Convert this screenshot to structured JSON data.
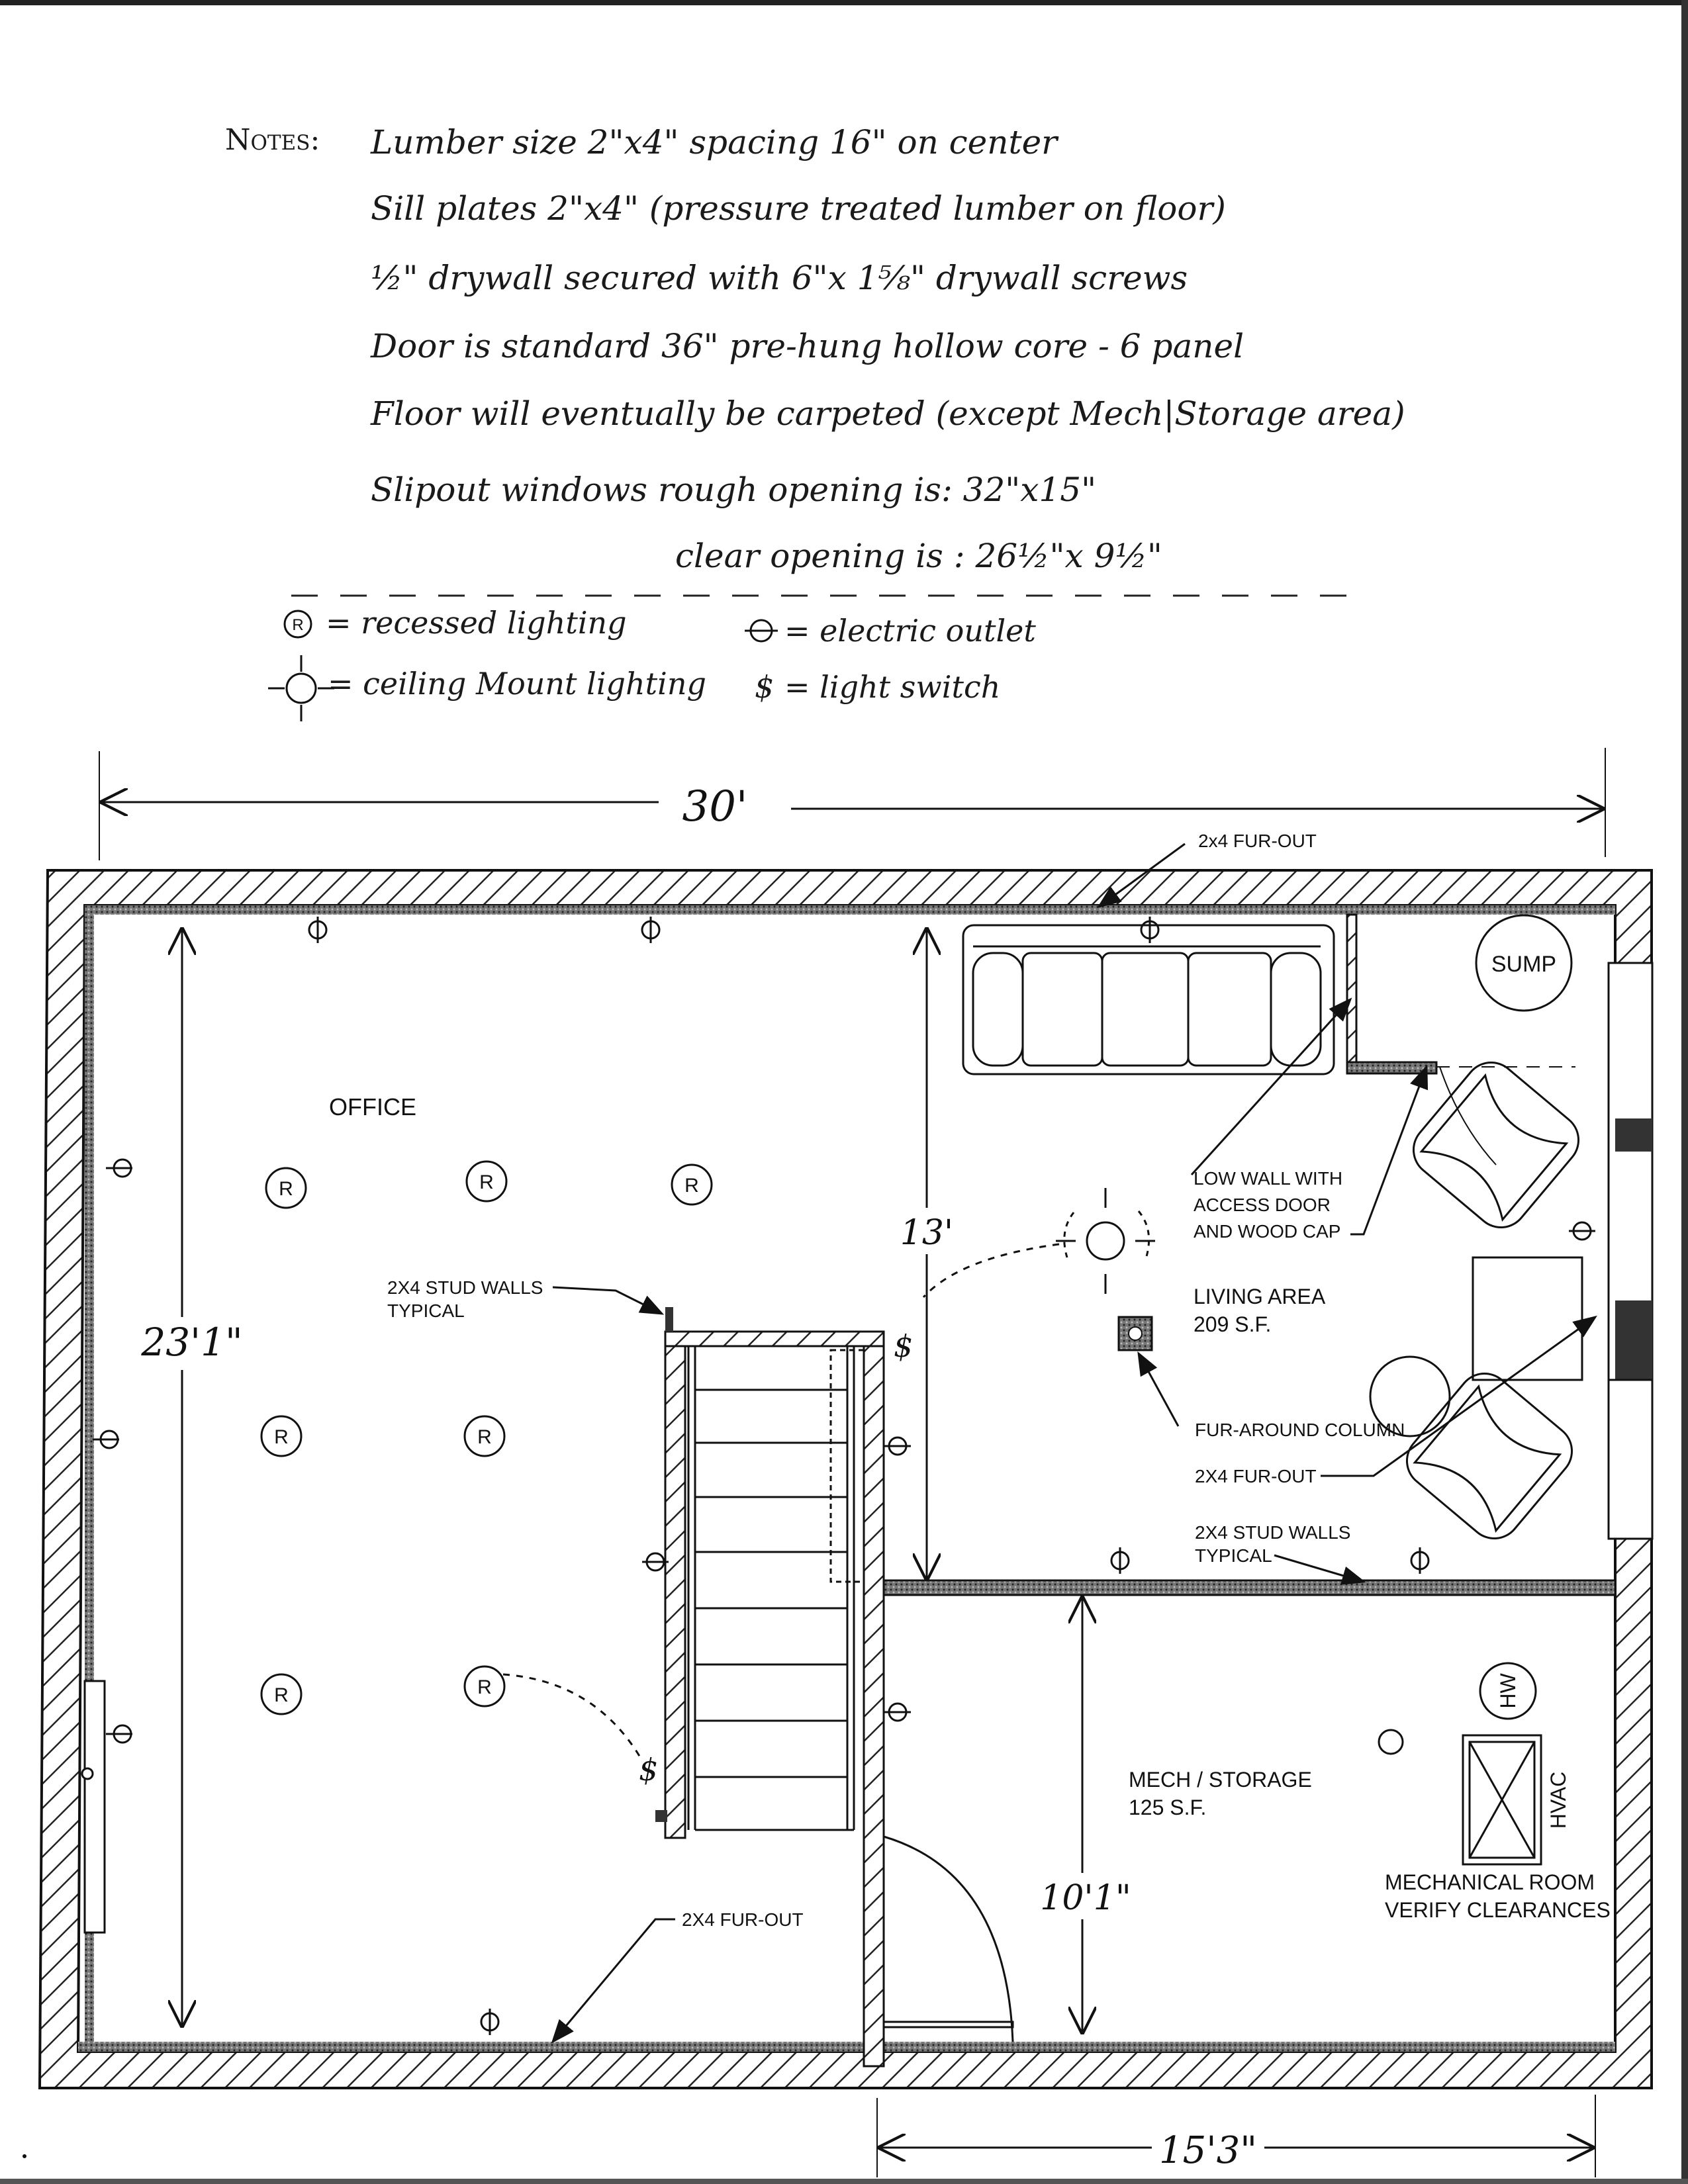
{
  "notes": {
    "label": "Notes:",
    "lines": [
      "Lumber size 2\"x4\" spacing 16\" on center",
      "Sill plates 2\"x4\" (pressure treated lumber on floor)",
      "½\" drywall secured with 6\"x 1⅝\" drywall screws",
      "Door is standard 36\" pre-hung hollow core - 6 panel",
      "Floor will eventually be carpeted (except Mech|Storage area)",
      "Slipout windows rough opening is: 32\"x15\"",
      "clear opening is : 26½\"x 9½\""
    ]
  },
  "legend": {
    "recessed_symbol": "R",
    "recessed": "= recessed lighting",
    "ceiling": "= ceiling Mount lighting",
    "outlet": "= electric outlet",
    "switch_symbol": "$",
    "switch": "= light switch"
  },
  "dimensions": {
    "overall_width": "30'",
    "overall_depth": "23'1\"",
    "living_depth": "13'",
    "mech_depth": "10'1\"",
    "mech_width": "15'3\""
  },
  "rooms": {
    "office": "OFFICE",
    "living_name": "LIVING AREA",
    "living_area": "209 S.F.",
    "mech_name": "MECH / STORAGE",
    "mech_area": "125 S.F.",
    "mech_note_1": "MECHANICAL ROOM",
    "mech_note_2": "VERIFY CLEARANCES"
  },
  "fixtures": {
    "sump": "SUMP",
    "hw": "HW",
    "hvac": "HVAC"
  },
  "callouts": {
    "furout_top": "2x4 FUR-OUT",
    "stud_walls_1": "2X4 STUD WALLS",
    "stud_walls_2": "TYPICAL",
    "low_wall_1": "LOW WALL WITH",
    "low_wall_2": "ACCESS DOOR",
    "low_wall_3": "AND WOOD CAP",
    "fur_column": "FUR-AROUND COLUMN",
    "furout_right": "2X4 FUR-OUT",
    "stud_walls_b1": "2X4 STUD WALLS",
    "stud_walls_b2": "TYPICAL",
    "furout_bottom": "2X4 FUR-OUT"
  },
  "colors": {
    "ink": "#111111",
    "hatch": "#222222",
    "paper": "#ffffff"
  }
}
